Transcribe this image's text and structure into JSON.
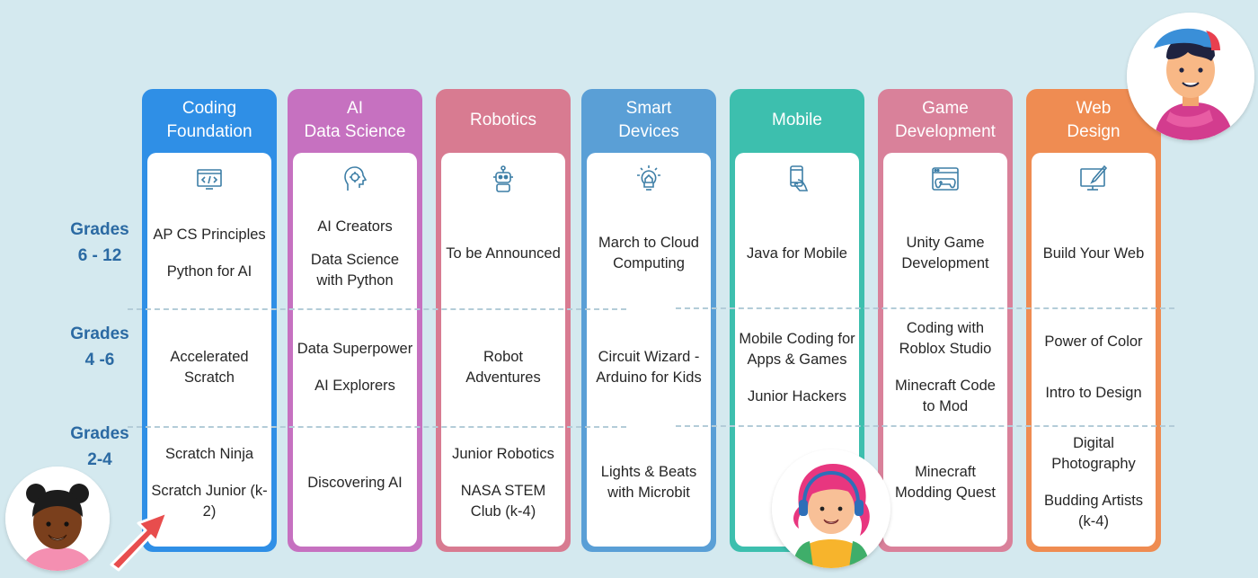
{
  "grades": [
    {
      "line1": "Grades",
      "line2": "6 - 12"
    },
    {
      "line1": "Grades",
      "line2": "4 -6"
    },
    {
      "line1": "Grades",
      "line2": "2-4"
    }
  ],
  "columns": [
    {
      "title1": "Coding",
      "title2": "Foundation",
      "color": "#2f8fe6",
      "icon": "code-window-icon",
      "rows": [
        [
          "AP CS Principles",
          "Python for AI"
        ],
        [
          "Accelerated Scratch"
        ],
        [
          "Scratch Ninja",
          "Scratch Junior (k-2)"
        ]
      ]
    },
    {
      "title1": "AI",
      "title2": "Data Science",
      "color": "#c671c0",
      "icon": "ai-brain-icon",
      "rows": [
        [
          "AI Creators",
          "Data Science with Python"
        ],
        [
          "Data Superpower",
          "AI Explorers"
        ],
        [
          "Discovering AI"
        ]
      ]
    },
    {
      "title1": "Robotics",
      "title2": "",
      "color": "#d87b91",
      "icon": "robot-icon",
      "rows": [
        [
          "To be Announced"
        ],
        [
          "Robot Adventures"
        ],
        [
          "Junior Robotics",
          "NASA STEM Club (k-4)"
        ]
      ]
    },
    {
      "title1": "Smart",
      "title2": "Devices",
      "color": "#5a9fd6",
      "icon": "smart-home-bulb-icon",
      "rows": [
        [
          "March to Cloud Computing"
        ],
        [
          "Circuit Wizard - Arduino for Kids"
        ],
        [
          "Lights & Beats with Microbit"
        ]
      ]
    },
    {
      "title1": "Mobile",
      "title2": "",
      "color": "#3dbfae",
      "icon": "mobile-phone-icon",
      "rows": [
        [
          "Java for Mobile"
        ],
        [
          "Mobile Coding for Apps & Games",
          "Junior Hackers"
        ],
        []
      ]
    },
    {
      "title1": "Game",
      "title2": "Development",
      "color": "#d9819a",
      "icon": "game-controller-icon",
      "rows": [
        [
          "Unity Game Development"
        ],
        [
          "Coding with Roblox Studio",
          "Minecraft Code to Mod"
        ],
        [
          "Minecraft Modding Quest"
        ]
      ]
    },
    {
      "title1": "Web",
      "title2": "Design",
      "color": "#ef8c52",
      "icon": "web-design-monitor-icon",
      "rows": [
        [
          "Build Your Web"
        ],
        [
          "Power of Color",
          "Intro to Design"
        ],
        [
          "Digital Photography",
          "Budding Artists (k-4)"
        ]
      ]
    }
  ]
}
